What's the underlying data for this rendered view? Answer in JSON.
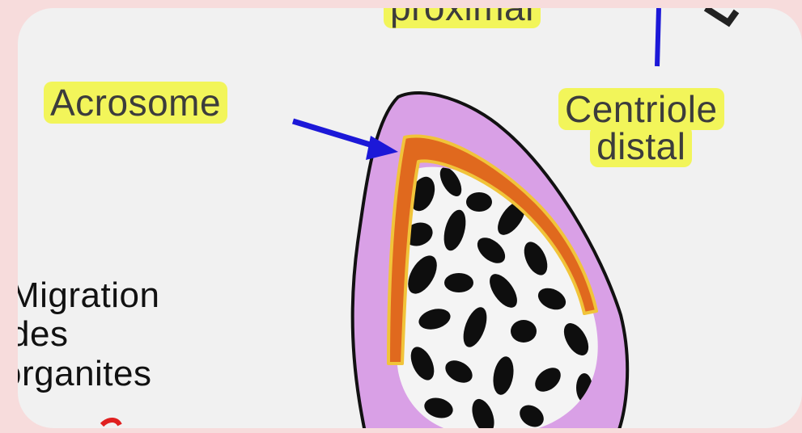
{
  "labels": {
    "proximal": "proximal",
    "acrosome": "Acrosome",
    "centriole_line1": "Centriole",
    "centriole_line2": "distal",
    "migration_line1": "Migration",
    "migration_line2": "des",
    "migration_line3": "organites"
  },
  "colors": {
    "page_background": "#f7dcdc",
    "card_background": "#f1f1f1",
    "highlight": "#f2f55a",
    "cytoplasm": "#d9a0e6",
    "acrosome": "#e0691e",
    "acrosome_border": "#f1c43a",
    "arrow": "#1c18d8",
    "outline": "#111111"
  }
}
